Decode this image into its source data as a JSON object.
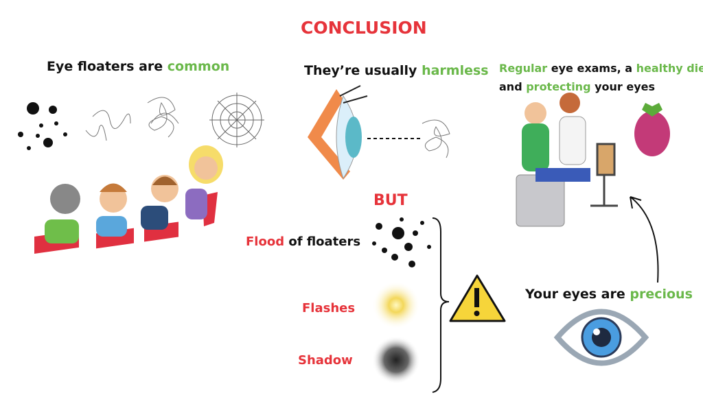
{
  "title": "CONCLUSION",
  "left": {
    "pre": "Eye floaters are ",
    "accent": "common"
  },
  "middle": {
    "pre": "They’re usually ",
    "accent": "harmless"
  },
  "right": {
    "w1": "Regular",
    "t1": " eye exams, a ",
    "w2": "healthy diet",
    "t2": ",",
    "t3": "and ",
    "w3": "protecting",
    "t4": " your eyes"
  },
  "but": "BUT",
  "warnings": {
    "flood_accent": "Flood",
    "flood_rest": " of floaters",
    "flashes": "Flashes",
    "shadow": "Shadow"
  },
  "precious": {
    "pre": "Your eyes are ",
    "accent": "precious"
  },
  "colors": {
    "red": "#e6333a",
    "green": "#6ab84a",
    "warning": "#f6d53a",
    "eye_blue": "#4a9de0"
  }
}
